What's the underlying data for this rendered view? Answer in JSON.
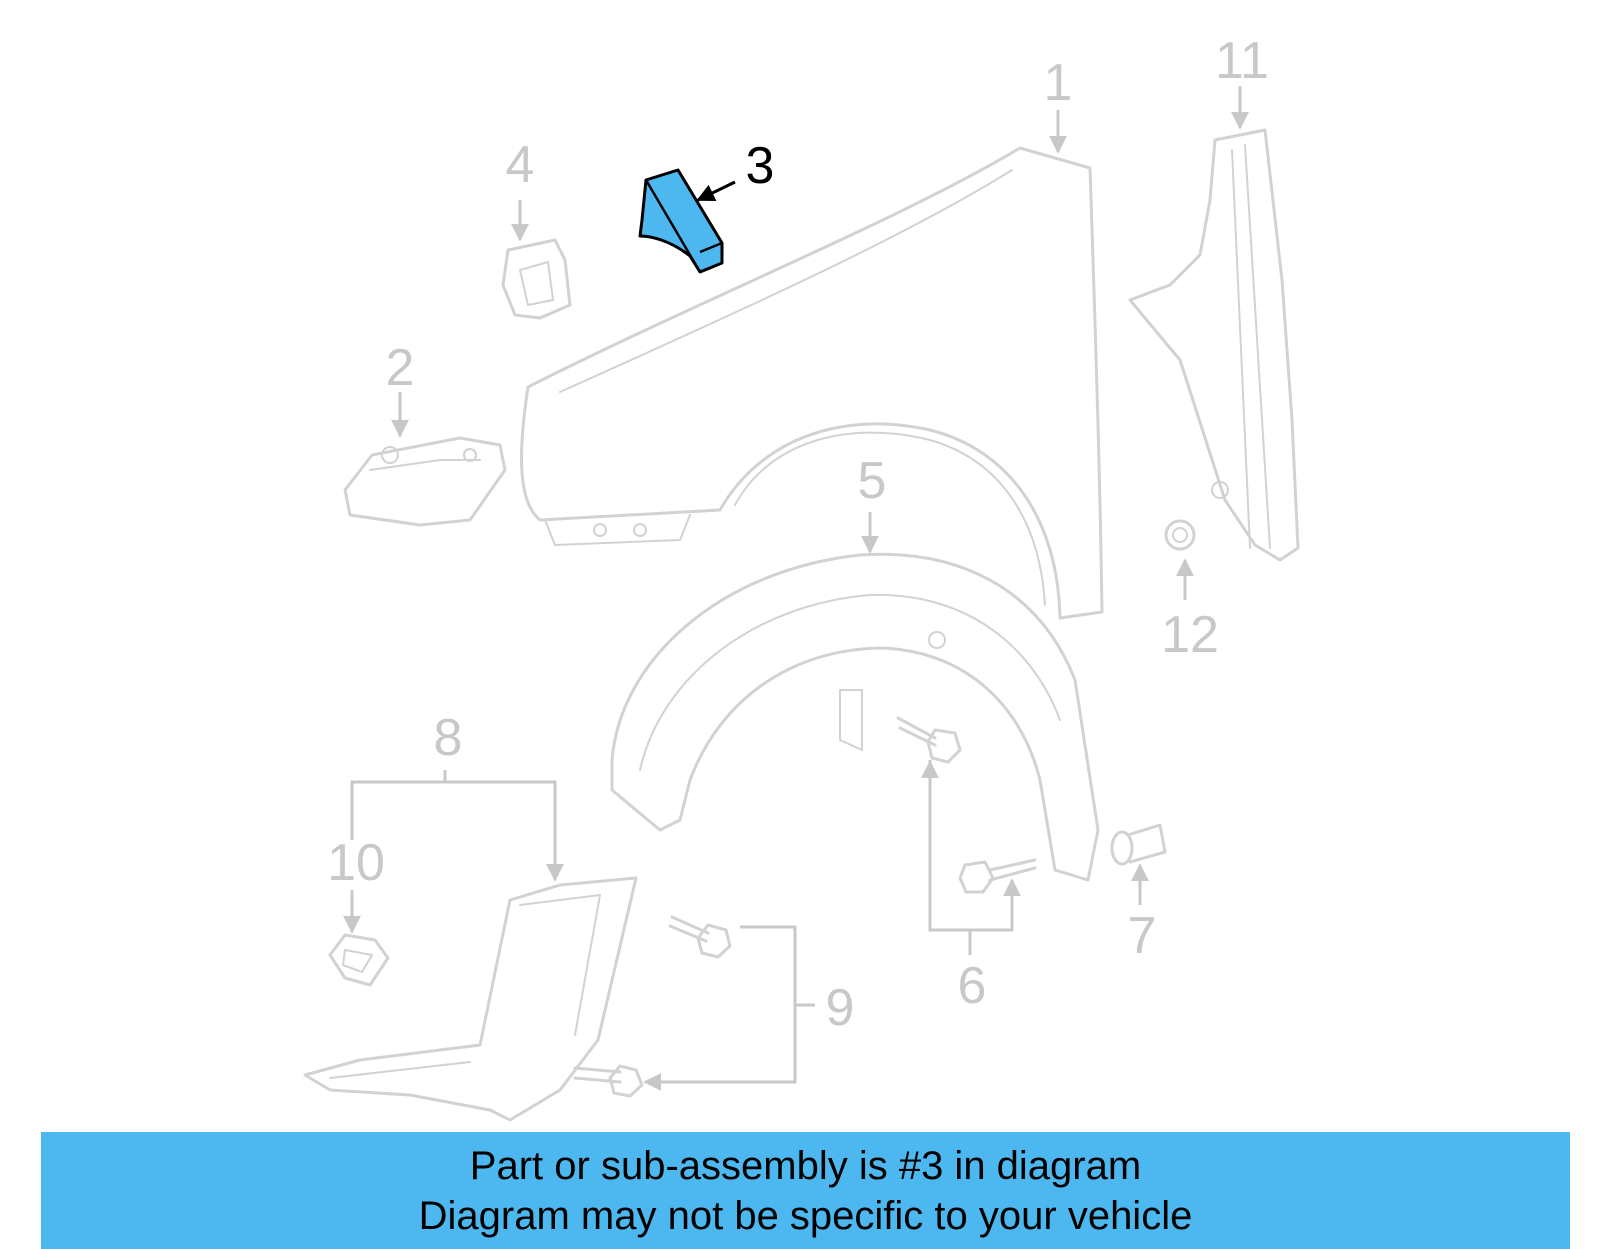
{
  "diagram": {
    "highlighted_callout": "3",
    "highlight_color": "#4db8f0",
    "part_line_color": "#d2d2d2",
    "callouts": [
      {
        "id": "1",
        "label": "1"
      },
      {
        "id": "2",
        "label": "2"
      },
      {
        "id": "3",
        "label": "3"
      },
      {
        "id": "4",
        "label": "4"
      },
      {
        "id": "5",
        "label": "5"
      },
      {
        "id": "6",
        "label": "6"
      },
      {
        "id": "7",
        "label": "7"
      },
      {
        "id": "8",
        "label": "8"
      },
      {
        "id": "9",
        "label": "9"
      },
      {
        "id": "10",
        "label": "10"
      },
      {
        "id": "11",
        "label": "11"
      },
      {
        "id": "12",
        "label": "12"
      }
    ]
  },
  "banner": {
    "line1": "Part or sub-assembly is #3 in diagram",
    "line2": "Diagram may not be specific to your vehicle"
  }
}
